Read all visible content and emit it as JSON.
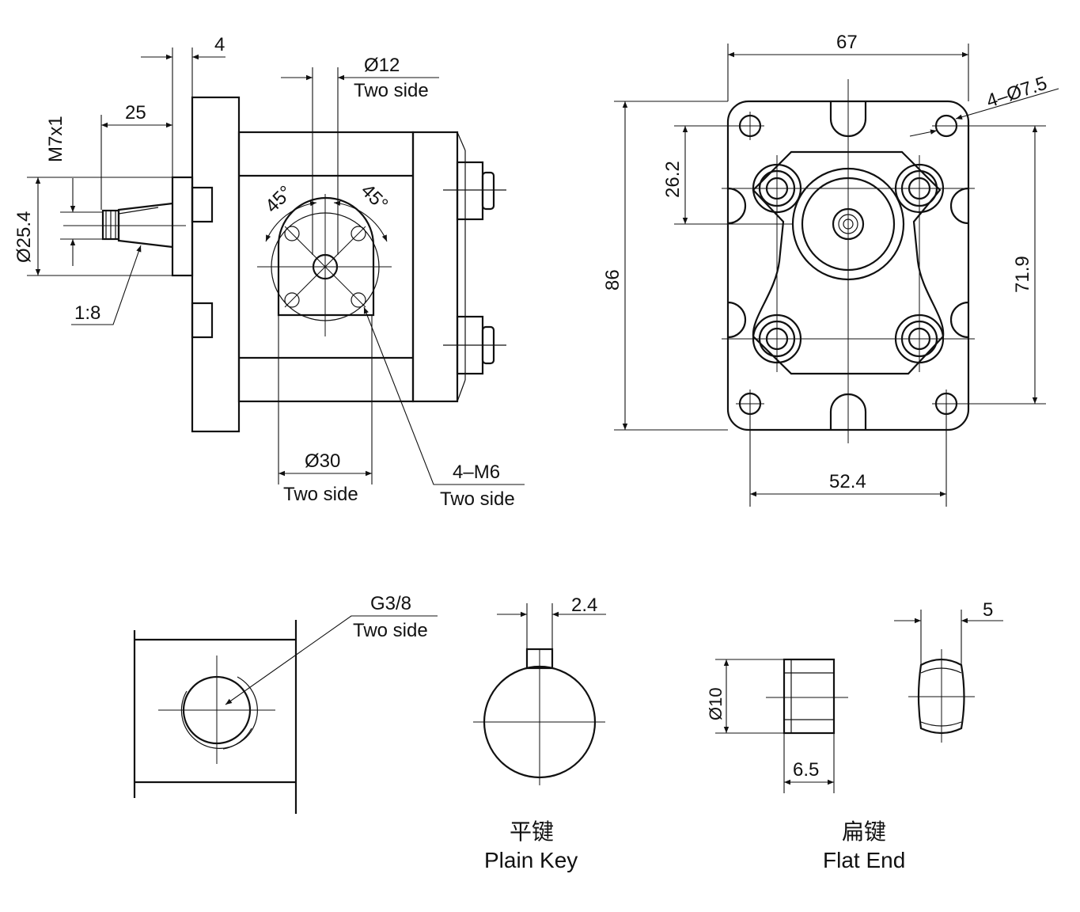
{
  "labels": {
    "dim_4": "4",
    "dim_25": "25",
    "dim_m7": "M7x1",
    "dim_d12": "Ø12",
    "two_side_a": "Two side",
    "dim_45a": "45°",
    "dim_45b": "45°",
    "dim_d254": "Ø25.4",
    "dim_18": "1:8",
    "dim_d30": "Ø30",
    "two_side_b": "Two side",
    "dim_4m6": "4–M6",
    "two_side_c": "Two side",
    "dim_67": "67",
    "dim_4d75": "4–Ø7.5",
    "dim_262": "26.2",
    "dim_86": "86",
    "dim_719": "71.9",
    "dim_524": "52.4",
    "dim_g38": "G3/8",
    "two_side_d": "Two side",
    "dim_24": "2.4",
    "dim_5": "5",
    "dim_d10": "Ø10",
    "dim_65": "6.5",
    "plain_key_cn": "平键",
    "plain_key_en": "Plain Key",
    "flat_end_cn": "扁键",
    "flat_end_en": "Flat End"
  }
}
